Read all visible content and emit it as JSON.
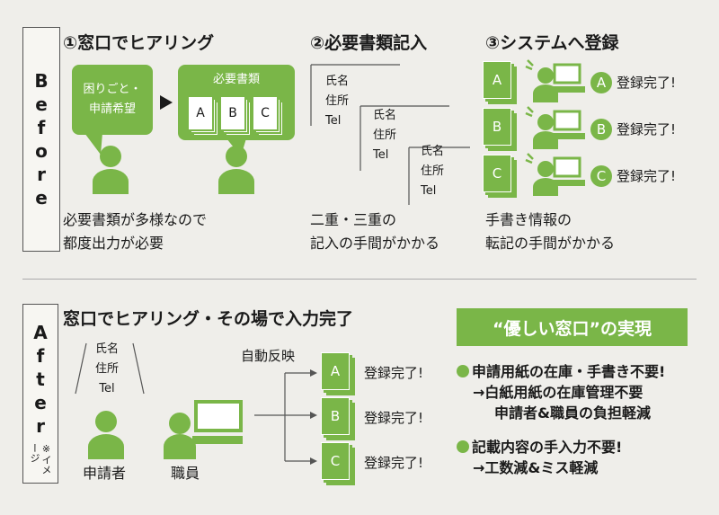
{
  "before": {
    "label": [
      "B",
      "e",
      "f",
      "o",
      "r",
      "e"
    ],
    "step1": {
      "heading": "①窓口でヒアリング",
      "bubble_lines": [
        "困りごと・",
        "申請希望"
      ],
      "docs_title": "必要書類",
      "docs": [
        "A",
        "B",
        "C"
      ],
      "caption_lines": [
        "必要書類が多様なので",
        "都度出力が必要"
      ]
    },
    "step2": {
      "heading": "②必要書類記入",
      "form_fields": [
        "氏名",
        "住所",
        "Tel"
      ],
      "caption_lines": [
        "二重・三重の",
        "記入の手間がかかる"
      ]
    },
    "step3": {
      "heading": "③システムへ登録",
      "rows": [
        {
          "doc": "A",
          "badge": "A",
          "status": "登録完了!"
        },
        {
          "doc": "B",
          "badge": "B",
          "status": "登録完了!"
        },
        {
          "doc": "C",
          "badge": "C",
          "status": "登録完了!"
        }
      ],
      "caption_lines": [
        "手書き情報の",
        "転記の手間がかかる"
      ]
    }
  },
  "after": {
    "label": [
      "A",
      "f",
      "t",
      "e",
      "r"
    ],
    "note": "※イメージ",
    "heading": "窓口でヒアリング・その場で入力完了",
    "form_fields": [
      "氏名",
      "住所",
      "Tel"
    ],
    "applicant_label": "申請者",
    "staff_label": "職員",
    "auto_label": "自動反映",
    "rows": [
      {
        "doc": "A",
        "status": "登録完了!"
      },
      {
        "doc": "B",
        "status": "登録完了!"
      },
      {
        "doc": "C",
        "status": "登録完了!"
      }
    ],
    "result_title": "“優しい窓口”の実現",
    "points": [
      {
        "main": "申請用紙の在庫・手書き不要!",
        "sub": [
          "→白紙用紙の在庫管理不要",
          "申請者&職員の負担軽減"
        ]
      },
      {
        "main": "記載内容の手入力不要!",
        "sub": [
          "→工数減&ミス軽減"
        ]
      }
    ]
  },
  "colors": {
    "accent": "#7ab648",
    "background": "#efeeea",
    "text": "#1a1a1a"
  }
}
